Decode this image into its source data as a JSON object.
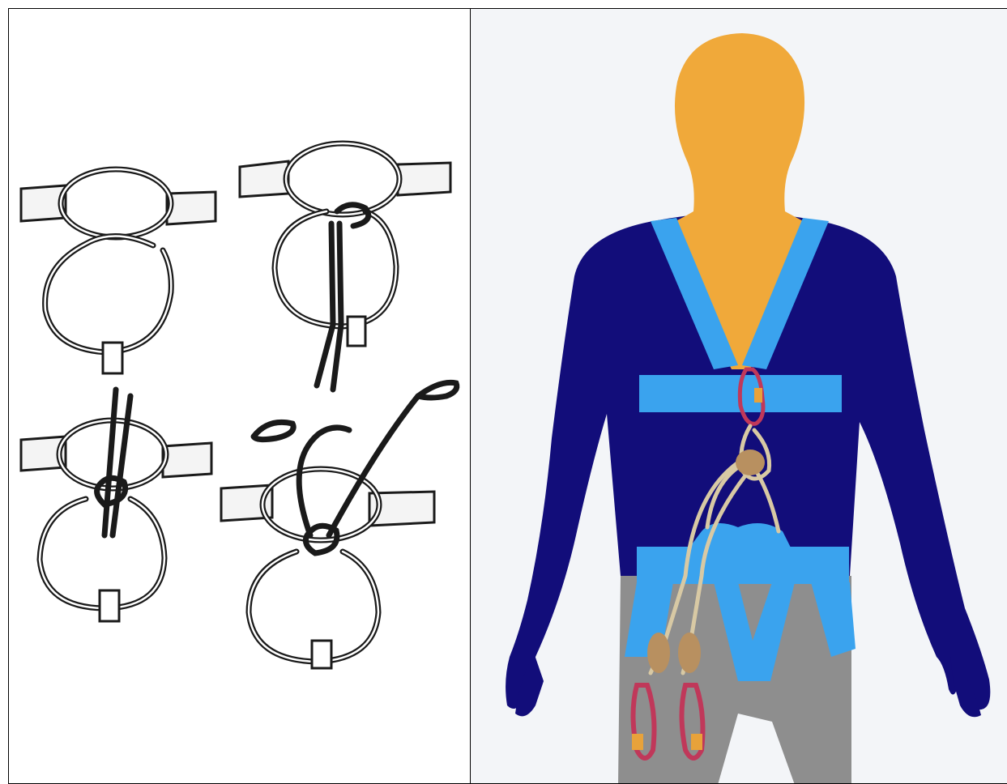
{
  "figure": {
    "left_panel": {
      "subject": "knot-tying-steps",
      "steps": 4
    },
    "right_panel": {
      "subject": "climbing-harness-on-figure"
    }
  },
  "colors": {
    "head": "#f0a93a",
    "body": "#120d7a",
    "harness": "#3aa3ee",
    "legs": "#8e8e8e",
    "rope": "#d8c9a4",
    "carabiner": "#c0385a",
    "sleeve": "#f0a93a",
    "drawing_ink": "#1a1a1a"
  }
}
